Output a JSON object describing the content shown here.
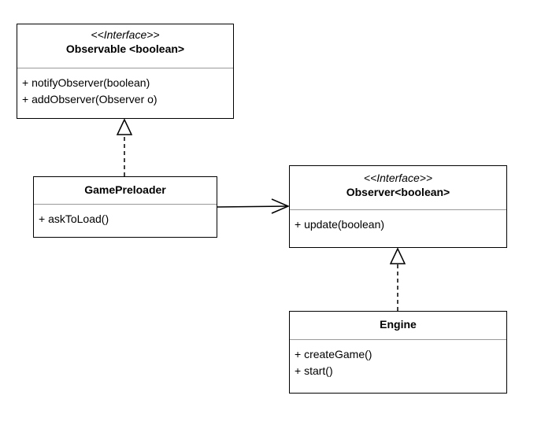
{
  "diagram": {
    "classes": {
      "observable": {
        "stereotype": "<<Interface>>",
        "name": "Observable <boolean>",
        "members": [
          "+ notifyObserver(boolean)",
          "+ addObserver(Observer o)"
        ]
      },
      "game_preloader": {
        "stereotype": "",
        "name": "GamePreloader",
        "members": [
          "+ askToLoad()"
        ]
      },
      "observer": {
        "stereotype": "<<Interface>>",
        "name": "Observer<boolean>",
        "members": [
          "+ update(boolean)"
        ]
      },
      "engine": {
        "stereotype": "",
        "name": "Engine",
        "members": [
          "+ createGame()",
          "+ start()"
        ]
      }
    },
    "relations": [
      {
        "from": "GamePreloader",
        "to": "Observable <boolean>",
        "type": "realization"
      },
      {
        "from": "GamePreloader",
        "to": "Observer<boolean>",
        "type": "association"
      },
      {
        "from": "Engine",
        "to": "Observer<boolean>",
        "type": "realization"
      }
    ],
    "colors": {
      "stroke": "#000000",
      "divider": "#9a9a9a",
      "background": "#ffffff"
    }
  }
}
